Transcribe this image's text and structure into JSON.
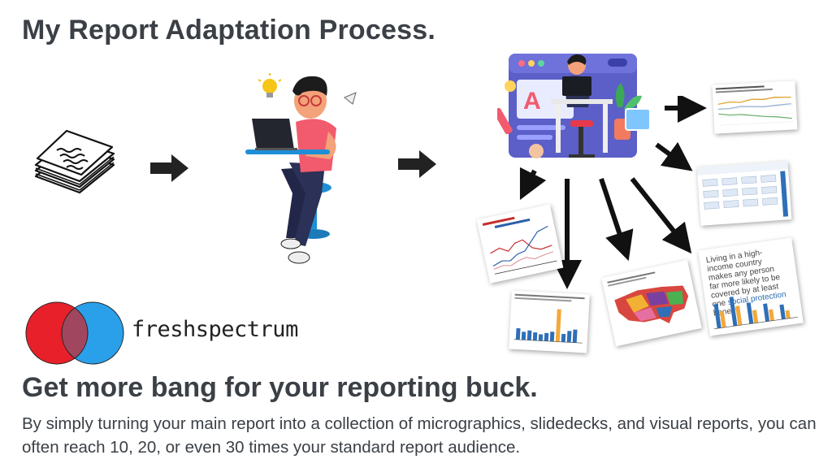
{
  "page": {
    "title": "My Report Adaptation Process.",
    "headline": "Get more bang for your reporting buck.",
    "body": "By simply turning your main report into a collection of micrographics, slidedecks, and visual reports, you can often reach 10, 20, or even 30 times your standard report audience."
  },
  "brand": {
    "wordmark": "freshspectrum",
    "colors": {
      "red": "#e8202a",
      "blue": "#2aa0ea",
      "overlap": "#a0475f"
    }
  },
  "cards": {
    "social": {
      "prefix": "Living in a high-income country makes any person far more likely to be covered by at least one ",
      "accent": "social protection",
      "suffix": " benefit"
    }
  },
  "icons": [
    "paper-stack-icon",
    "arrow-right-icon",
    "person-laptop-illustration",
    "designer-illustration",
    "arrow-icon"
  ]
}
